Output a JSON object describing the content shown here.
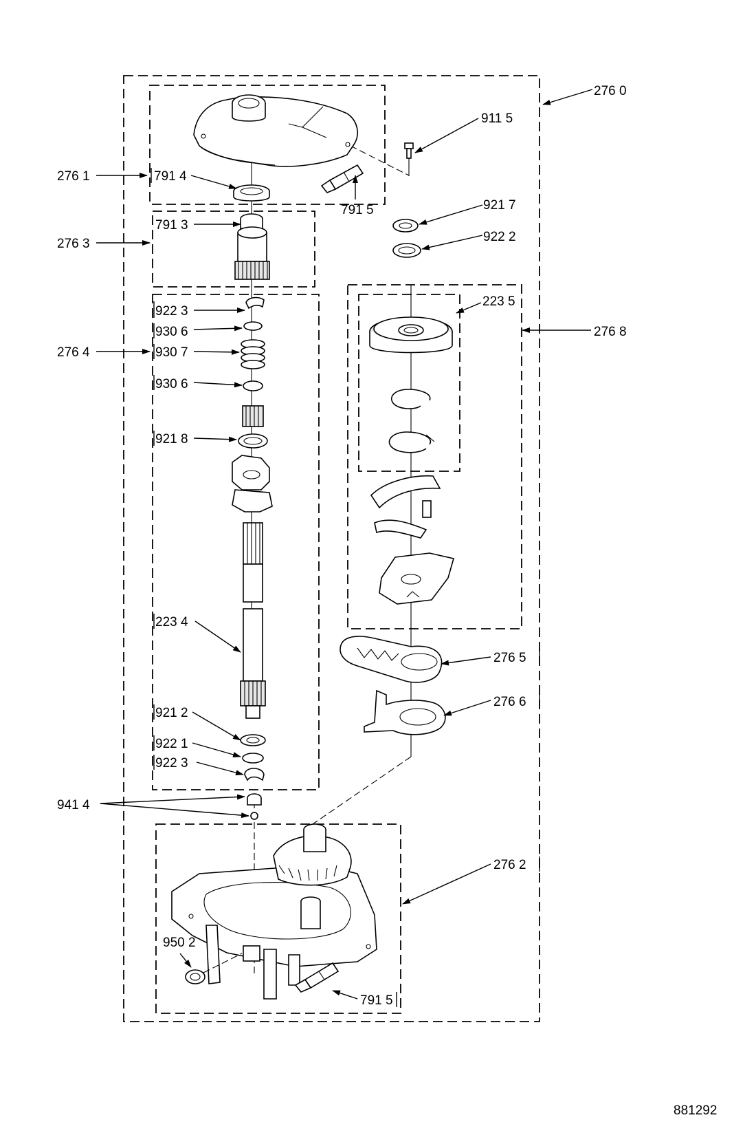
{
  "labels": {
    "l2760": "276 0",
    "l9115": "911 5",
    "l2761": "276 1",
    "l7914": "791 4",
    "l7915a": "791 5",
    "l9217": "921 7",
    "l2763": "276 3",
    "l7913": "791 3",
    "l9222": "922 2",
    "l2235": "223 5",
    "l9223a": "922 3",
    "l2768": "276 8",
    "l9306a": "930 6",
    "l2764": "276 4",
    "l9307": "930 7",
    "l9306b": "930 6",
    "l9218": "921 8",
    "l2234": "223 4",
    "l2765": "276 5",
    "l9212": "921 2",
    "l2766": "276 6",
    "l9221": "922 1",
    "l9223b": "922 3",
    "l9414": "941 4",
    "l2762": "276 2",
    "l9502": "950 2",
    "l7915b": "791 5",
    "ref": "881292"
  }
}
